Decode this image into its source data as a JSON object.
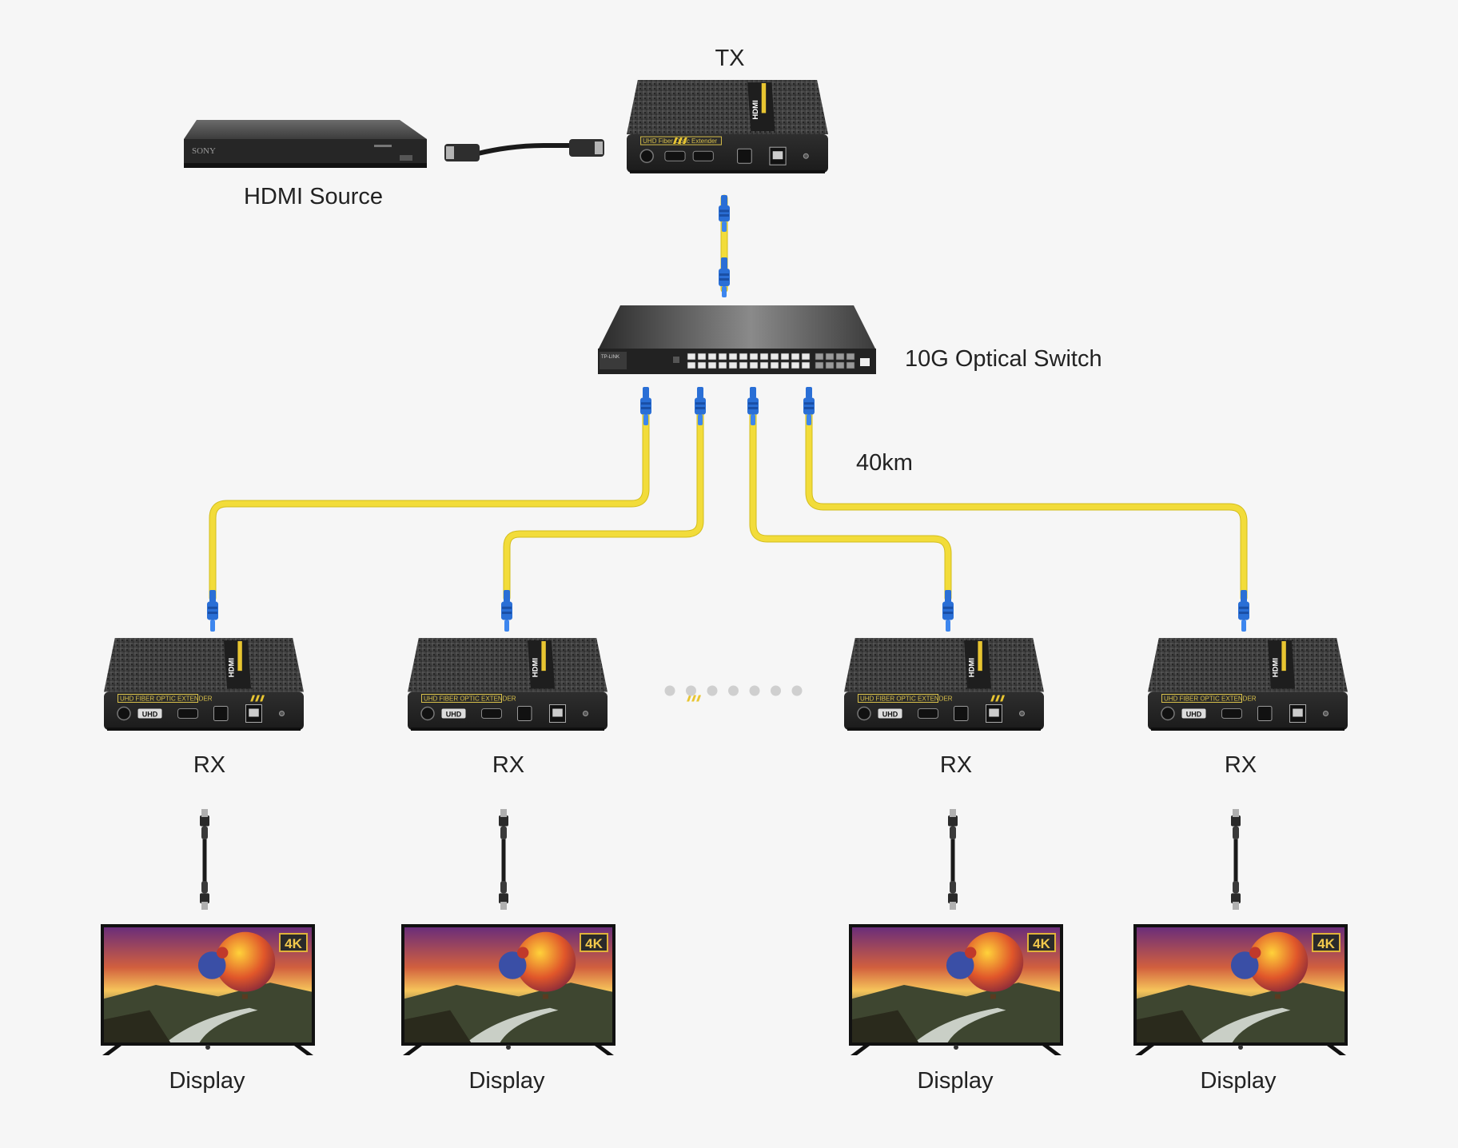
{
  "labels": {
    "tx": "TX",
    "source": "HDMI Source",
    "switch": "10G Optical Switch",
    "distance": "40km",
    "rx": "RX",
    "display": "Display"
  },
  "devices": {
    "player_brand": "SONY",
    "tx_panel_title": "UHD Fiber Optic Extender",
    "rx_panel_title": "UHD FIBER OPTIC EXTENDER",
    "hdmi_badge": "HDMI",
    "switch_brand": "TP-LINK",
    "uhd_badge": "UHD",
    "tv_badge": "4K"
  },
  "receiver_count": 4,
  "colors": {
    "background": "#f6f6f6",
    "fiber": "#f2dc3a",
    "connector": "#2a6fd6",
    "device_body": "#2b2b2b",
    "hdmi_cable": "#1a1a1a"
  }
}
